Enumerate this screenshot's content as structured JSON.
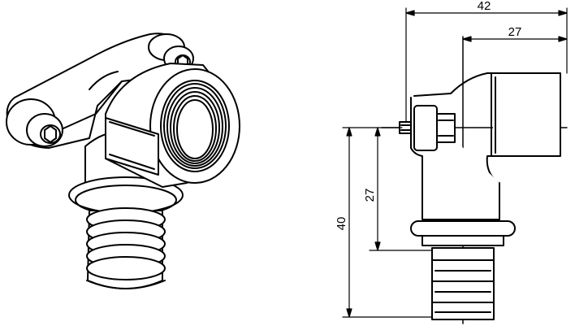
{
  "drawing": {
    "dimensions": {
      "width_overall": "42",
      "width_outlet": "27",
      "height_overall": "40",
      "height_outlet": "27"
    },
    "colors": {
      "line": "#000000",
      "background": "#ffffff"
    }
  }
}
